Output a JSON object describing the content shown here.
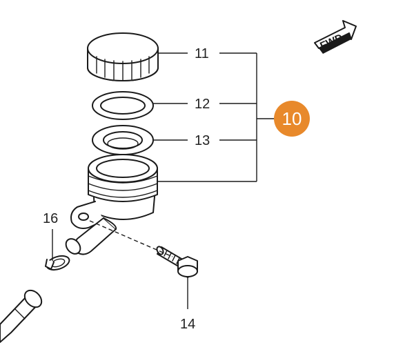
{
  "callouts": {
    "cap": "11",
    "diaphragm": "12",
    "plate": "13",
    "clamp": "16",
    "bolt": "14"
  },
  "assembly_badge": {
    "label": "10",
    "color": "#e8892b"
  },
  "direction_badge": {
    "label": "FWD"
  }
}
